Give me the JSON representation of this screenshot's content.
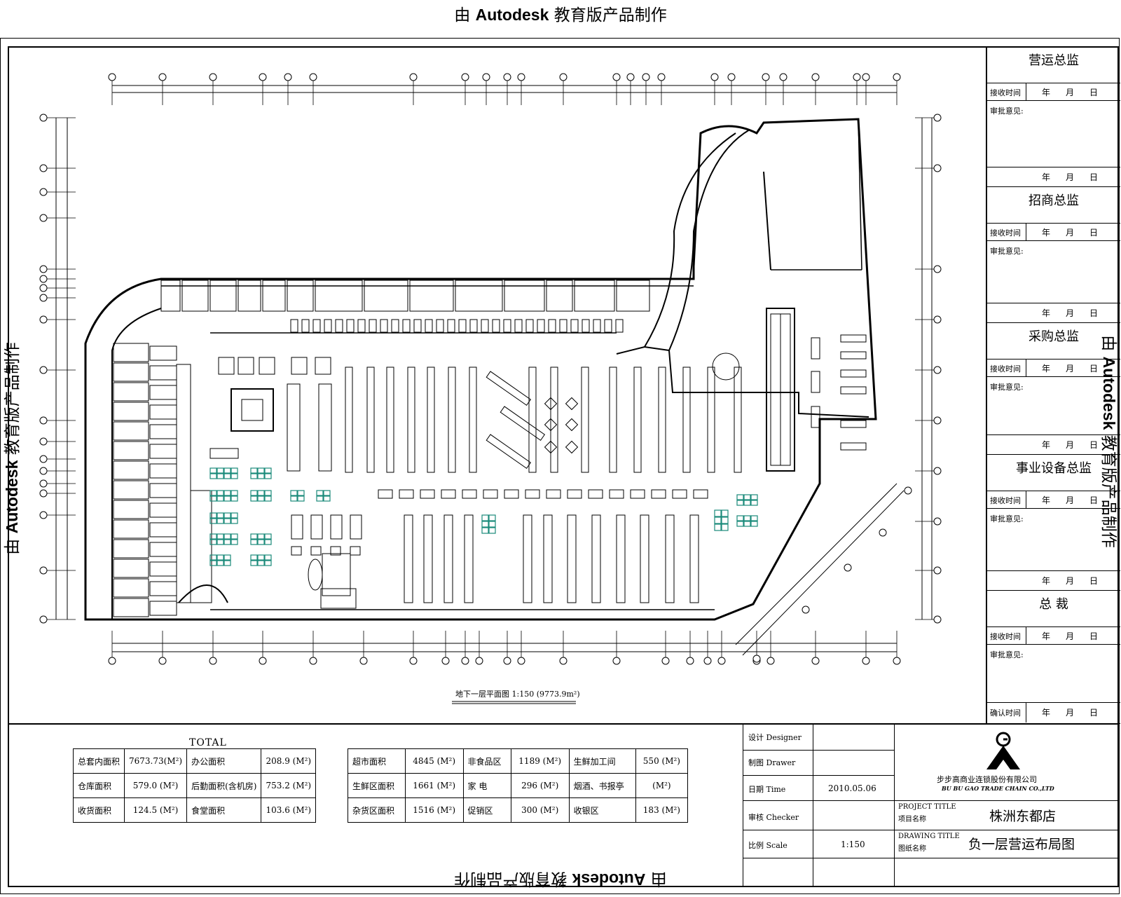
{
  "watermark": {
    "prefix": "由 ",
    "brand": "Autodesk",
    "suffix": " 教育版产品制作"
  },
  "drawing": {
    "caption": "地下一层平面图  1:150  (9773.9m²)"
  },
  "approval_panel": {
    "sections": [
      {
        "title": "营运总监",
        "date_label": "接收时间",
        "date_units": "年月日",
        "opinion_label": "审批意见:",
        "sign_date": "年月日"
      },
      {
        "title": "招商总监",
        "date_label": "接收时间",
        "date_units": "年月日",
        "opinion_label": "审批意见:",
        "sign_date": "年月日"
      },
      {
        "title": "采购总监",
        "date_label": "接收时间",
        "date_units": "年月日",
        "opinion_label": "审批意见:",
        "sign_date": "年月日"
      },
      {
        "title": "事业设备总监",
        "date_label": "接收时间",
        "date_units": "年月日",
        "opinion_label": "审批意见:",
        "sign_date": "年月日"
      },
      {
        "title": "总  裁",
        "date_label": "接收时间",
        "date_units": "年月日",
        "opinion_label": "审批意见:",
        "sign_date": ""
      }
    ],
    "confirm_label": "确认时间",
    "confirm_units": "年月日"
  },
  "total": {
    "title": "TOTAL",
    "rows": [
      [
        "总套内面积",
        "7673.73(M²)",
        "办公面积",
        "208.9 (M²)"
      ],
      [
        "仓库面积",
        "579.0 (M²)",
        "后勤面积(含机房)",
        "753.2 (M²)"
      ],
      [
        "收货面积",
        "124.5 (M²)",
        "食堂面积",
        "103.6 (M²)"
      ]
    ]
  },
  "areas": {
    "rows": [
      [
        "超市面积",
        "4845 (M²)",
        "非食品区",
        "1189 (M²)",
        "生鲜加工间",
        "550 (M²)"
      ],
      [
        "生鲜区面积",
        "1661 (M²)",
        "家  电",
        "296 (M²)",
        "烟酒、书报亭",
        "(M²)"
      ],
      [
        "杂货区面积",
        "1516 (M²)",
        "促销区",
        "300 (M²)",
        "收银区",
        "183 (M²)"
      ]
    ]
  },
  "title_block": {
    "designer_label": "设计  Designer",
    "drawer_label": "制图  Drawer",
    "date_label": "日期  Time",
    "date_value": "2010.05.06",
    "checker_label": "审核  Checker",
    "scale_label": "比例  Scale",
    "scale_value": "1:150",
    "company_cn": "步步高商业连锁股份有限公司",
    "company_en": "BU BU GAO TRADE CHAIN CO.,LTD",
    "project_title_en": "PROJECT TITLE",
    "project_title_cn": "项目名称",
    "project_name": "株洲东都店",
    "drawing_title_en": "DRAWING TITLE",
    "drawing_title_cn": "图纸名称",
    "drawing_name": "负一层营运布局图"
  }
}
